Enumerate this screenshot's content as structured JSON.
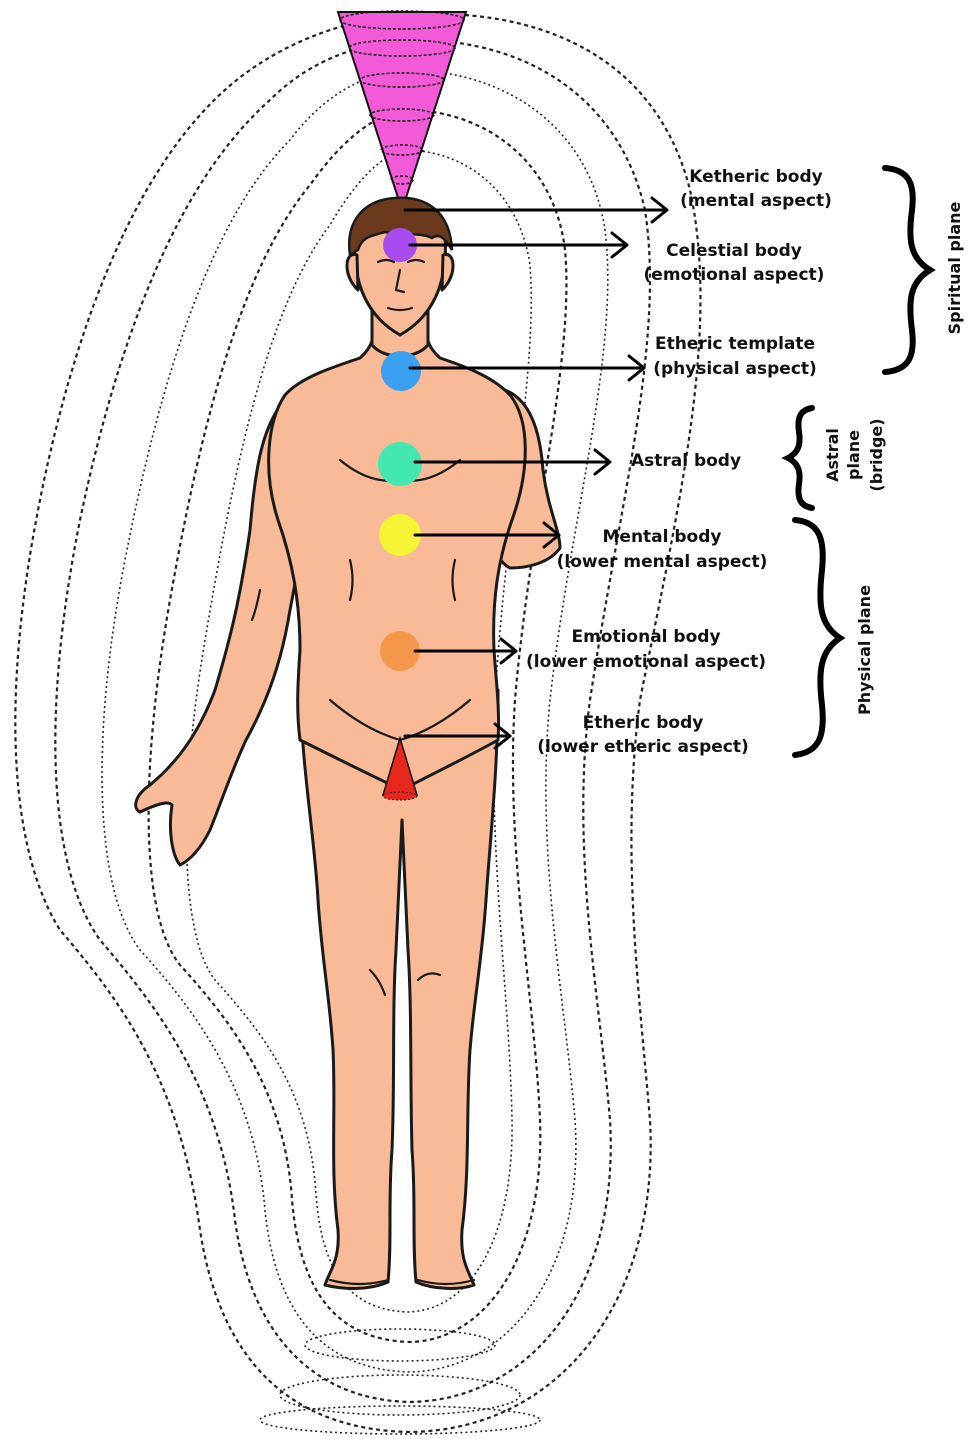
{
  "colors": {
    "skin": "#f9ba97",
    "crown_cone": "#f35ad8",
    "root_cone": "#e8281c",
    "hair": "#6b3a1c"
  },
  "chakras": [
    {
      "name": "crown",
      "color": "#a84cf0"
    },
    {
      "name": "throat",
      "color": "#3aa0f0"
    },
    {
      "name": "heart",
      "color": "#42e8b0"
    },
    {
      "name": "solar",
      "color": "#f4f434"
    },
    {
      "name": "sacral",
      "color": "#f4974a"
    }
  ],
  "labels": {
    "ketheric": [
      "Ketheric body",
      "(mental aspect)"
    ],
    "celestial": [
      "Celestial body",
      "(emotional aspect)"
    ],
    "etheric_template": [
      "Etheric template",
      "(physical aspect)"
    ],
    "astral": [
      "Astral body"
    ],
    "mental": [
      "Mental body",
      "(lower mental aspect)"
    ],
    "emotional": [
      "Emotional body",
      "(lower emotional aspect)"
    ],
    "etheric": [
      "Etheric body",
      "(lower etheric aspect)"
    ]
  },
  "planes": {
    "spiritual": "Spiritual plane",
    "astral_line1": "Astral",
    "astral_line2": "plane",
    "astral_line3": "(bridge)",
    "physical": "Physical plane"
  }
}
